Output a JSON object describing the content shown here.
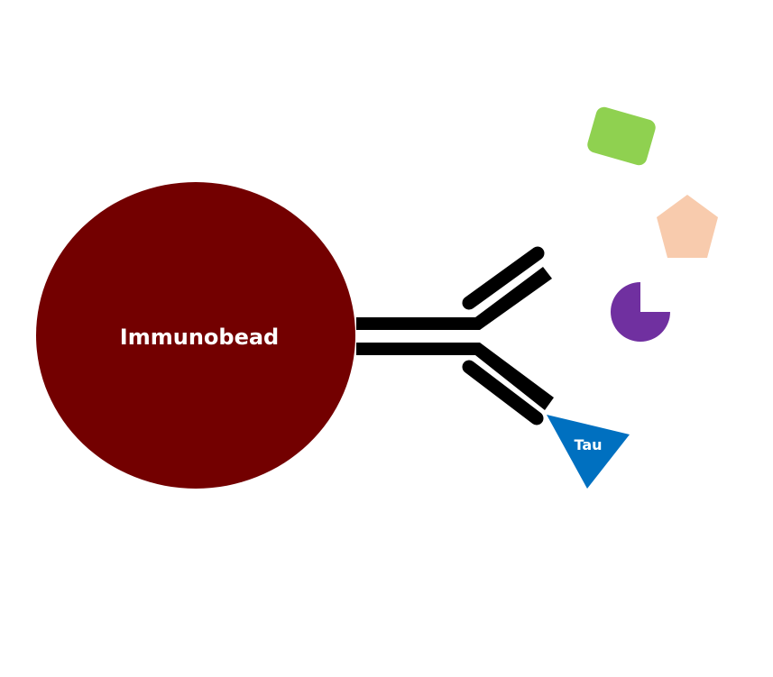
{
  "diagram": {
    "bead": {
      "label": "Immunobead",
      "color": "#730000"
    },
    "antibody": {
      "color": "#000000"
    },
    "targets": [
      {
        "name": "tau",
        "label": "Tau",
        "shape": "triangle",
        "color": "#0070c0",
        "bound": true
      },
      {
        "name": "green-molecule",
        "label": "",
        "shape": "rounded-rectangle",
        "color": "#8fd150",
        "bound": false
      },
      {
        "name": "peach-molecule",
        "label": "",
        "shape": "pentagon",
        "color": "#f8cbad",
        "bound": false
      },
      {
        "name": "purple-molecule",
        "label": "",
        "shape": "three-quarter-circle",
        "color": "#7030a0",
        "bound": false
      }
    ]
  }
}
